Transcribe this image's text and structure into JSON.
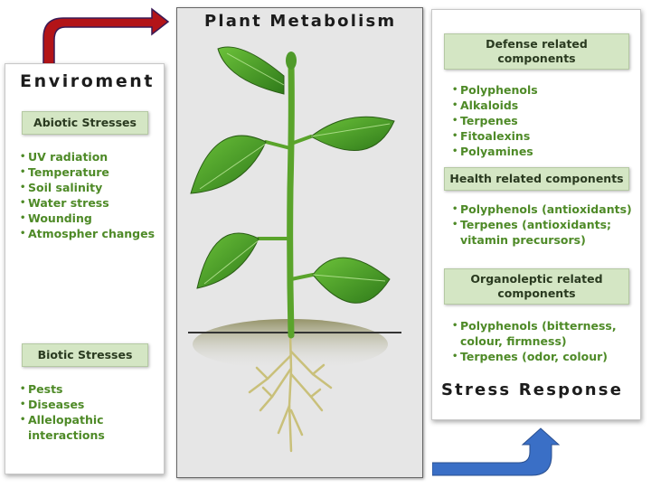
{
  "environment": {
    "title": "Enviroment",
    "abiotic": {
      "label": "Abiotic Stresses",
      "items": [
        "UV radiation",
        "Temperature",
        "Soil salinity",
        "Water stress",
        "Wounding",
        "Atmospher changes"
      ]
    },
    "biotic": {
      "label": "Biotic Stresses",
      "items": [
        "Pests",
        "Diseases",
        "Allelopathic interactions"
      ]
    }
  },
  "plant_metabolism": {
    "title": "Plant Metabolism"
  },
  "stress_response": {
    "title": "Stress Response",
    "defense": {
      "label": "Defense related components",
      "items": [
        "Polyphenols",
        "Alkaloids",
        "Terpenes",
        "Fitoalexins",
        "Polyamines"
      ]
    },
    "health": {
      "label": "Health related components",
      "items": [
        "Polyphenols (antioxidants)",
        "Terpenes (antioxidants; vitamin precursors)"
      ]
    },
    "organoleptic": {
      "label": "Organoleptic related components",
      "items": [
        "Polyphenols (bitterness, colour, firmness)",
        "Terpenes (odor, colour)"
      ]
    }
  },
  "colors": {
    "label_bg": "#d4e6c4",
    "bullet_text": "#4e8a27",
    "arrow_red": "#b31418",
    "arrow_blue": "#3a6fc6",
    "leaf_green": "#4f9a2a"
  }
}
